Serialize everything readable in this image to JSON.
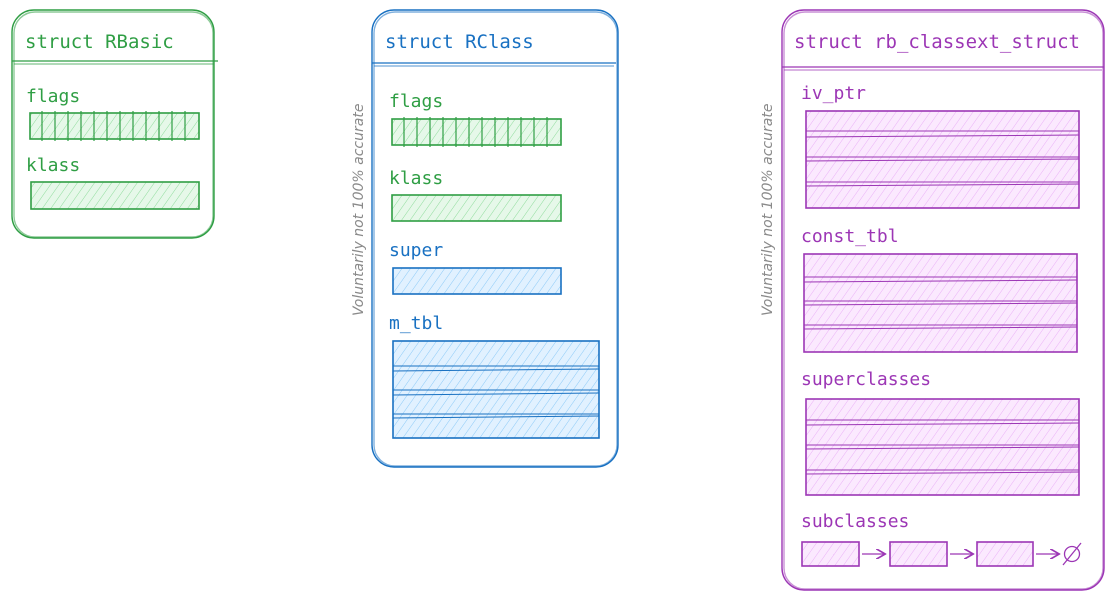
{
  "colors": {
    "green": "#2f9e44",
    "green_fill": "#b2f2bb",
    "blue": "#1971c2",
    "blue_fill": "#a5d8ff",
    "purple": "#9c36b5",
    "purple_fill": "#eebefa"
  },
  "rbasic": {
    "title": "struct RBasic",
    "fields": {
      "flags": "flags",
      "klass": "klass"
    }
  },
  "rclass": {
    "title": "struct RClass",
    "fields": {
      "flags": "flags",
      "klass": "klass",
      "super": "super",
      "m_tbl": "m_tbl"
    }
  },
  "classext": {
    "title": "struct rb_classext_struct",
    "fields": {
      "iv_ptr": "iv_ptr",
      "const_tbl": "const_tbl",
      "superclasses": "superclasses",
      "subclasses": "subclasses"
    },
    "null_icon": "null-icon"
  },
  "notes": {
    "left": "Voluntarily not 100% accurate",
    "right": "Voluntarily not 100% accurate"
  }
}
